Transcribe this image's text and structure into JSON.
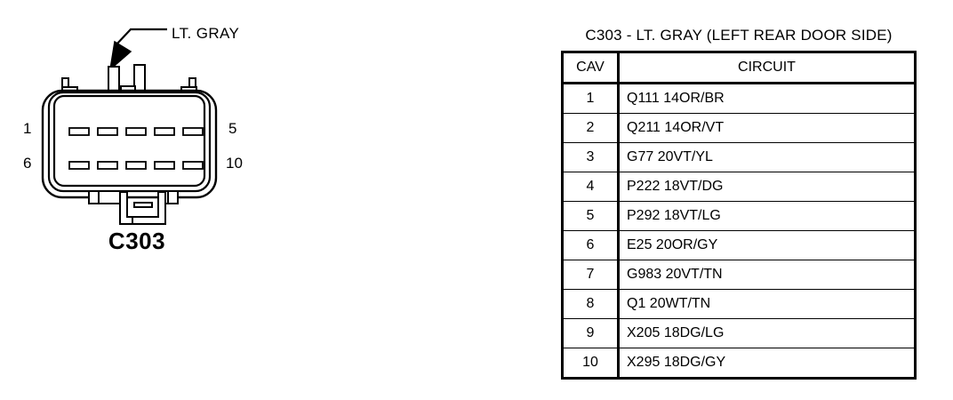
{
  "connector": {
    "callout_label": "LT. GRAY",
    "name": "C303",
    "pin_labels": {
      "top_left": "1",
      "bottom_left": "6",
      "top_right": "5",
      "bottom_right": "10"
    },
    "cavity_count": 10,
    "rows": 2,
    "columns": 5,
    "line_color": "#000000",
    "body_color": "#ffffff"
  },
  "table": {
    "title": "C303 - LT. GRAY (LEFT REAR DOOR SIDE)",
    "columns": [
      "CAV",
      "CIRCUIT"
    ],
    "rows": [
      {
        "cav": "1",
        "circuit": "Q111 14OR/BR"
      },
      {
        "cav": "2",
        "circuit": "Q211 14OR/VT"
      },
      {
        "cav": "3",
        "circuit": "G77 20VT/YL"
      },
      {
        "cav": "4",
        "circuit": "P222 18VT/DG"
      },
      {
        "cav": "5",
        "circuit": "P292 18VT/LG"
      },
      {
        "cav": "6",
        "circuit": "E25 20OR/GY"
      },
      {
        "cav": "7",
        "circuit": "G983 20VT/TN"
      },
      {
        "cav": "8",
        "circuit": "Q1 20WT/TN"
      },
      {
        "cav": "9",
        "circuit": "X205 18DG/LG"
      },
      {
        "cav": "10",
        "circuit": "X295 18DG/GY"
      }
    ]
  }
}
